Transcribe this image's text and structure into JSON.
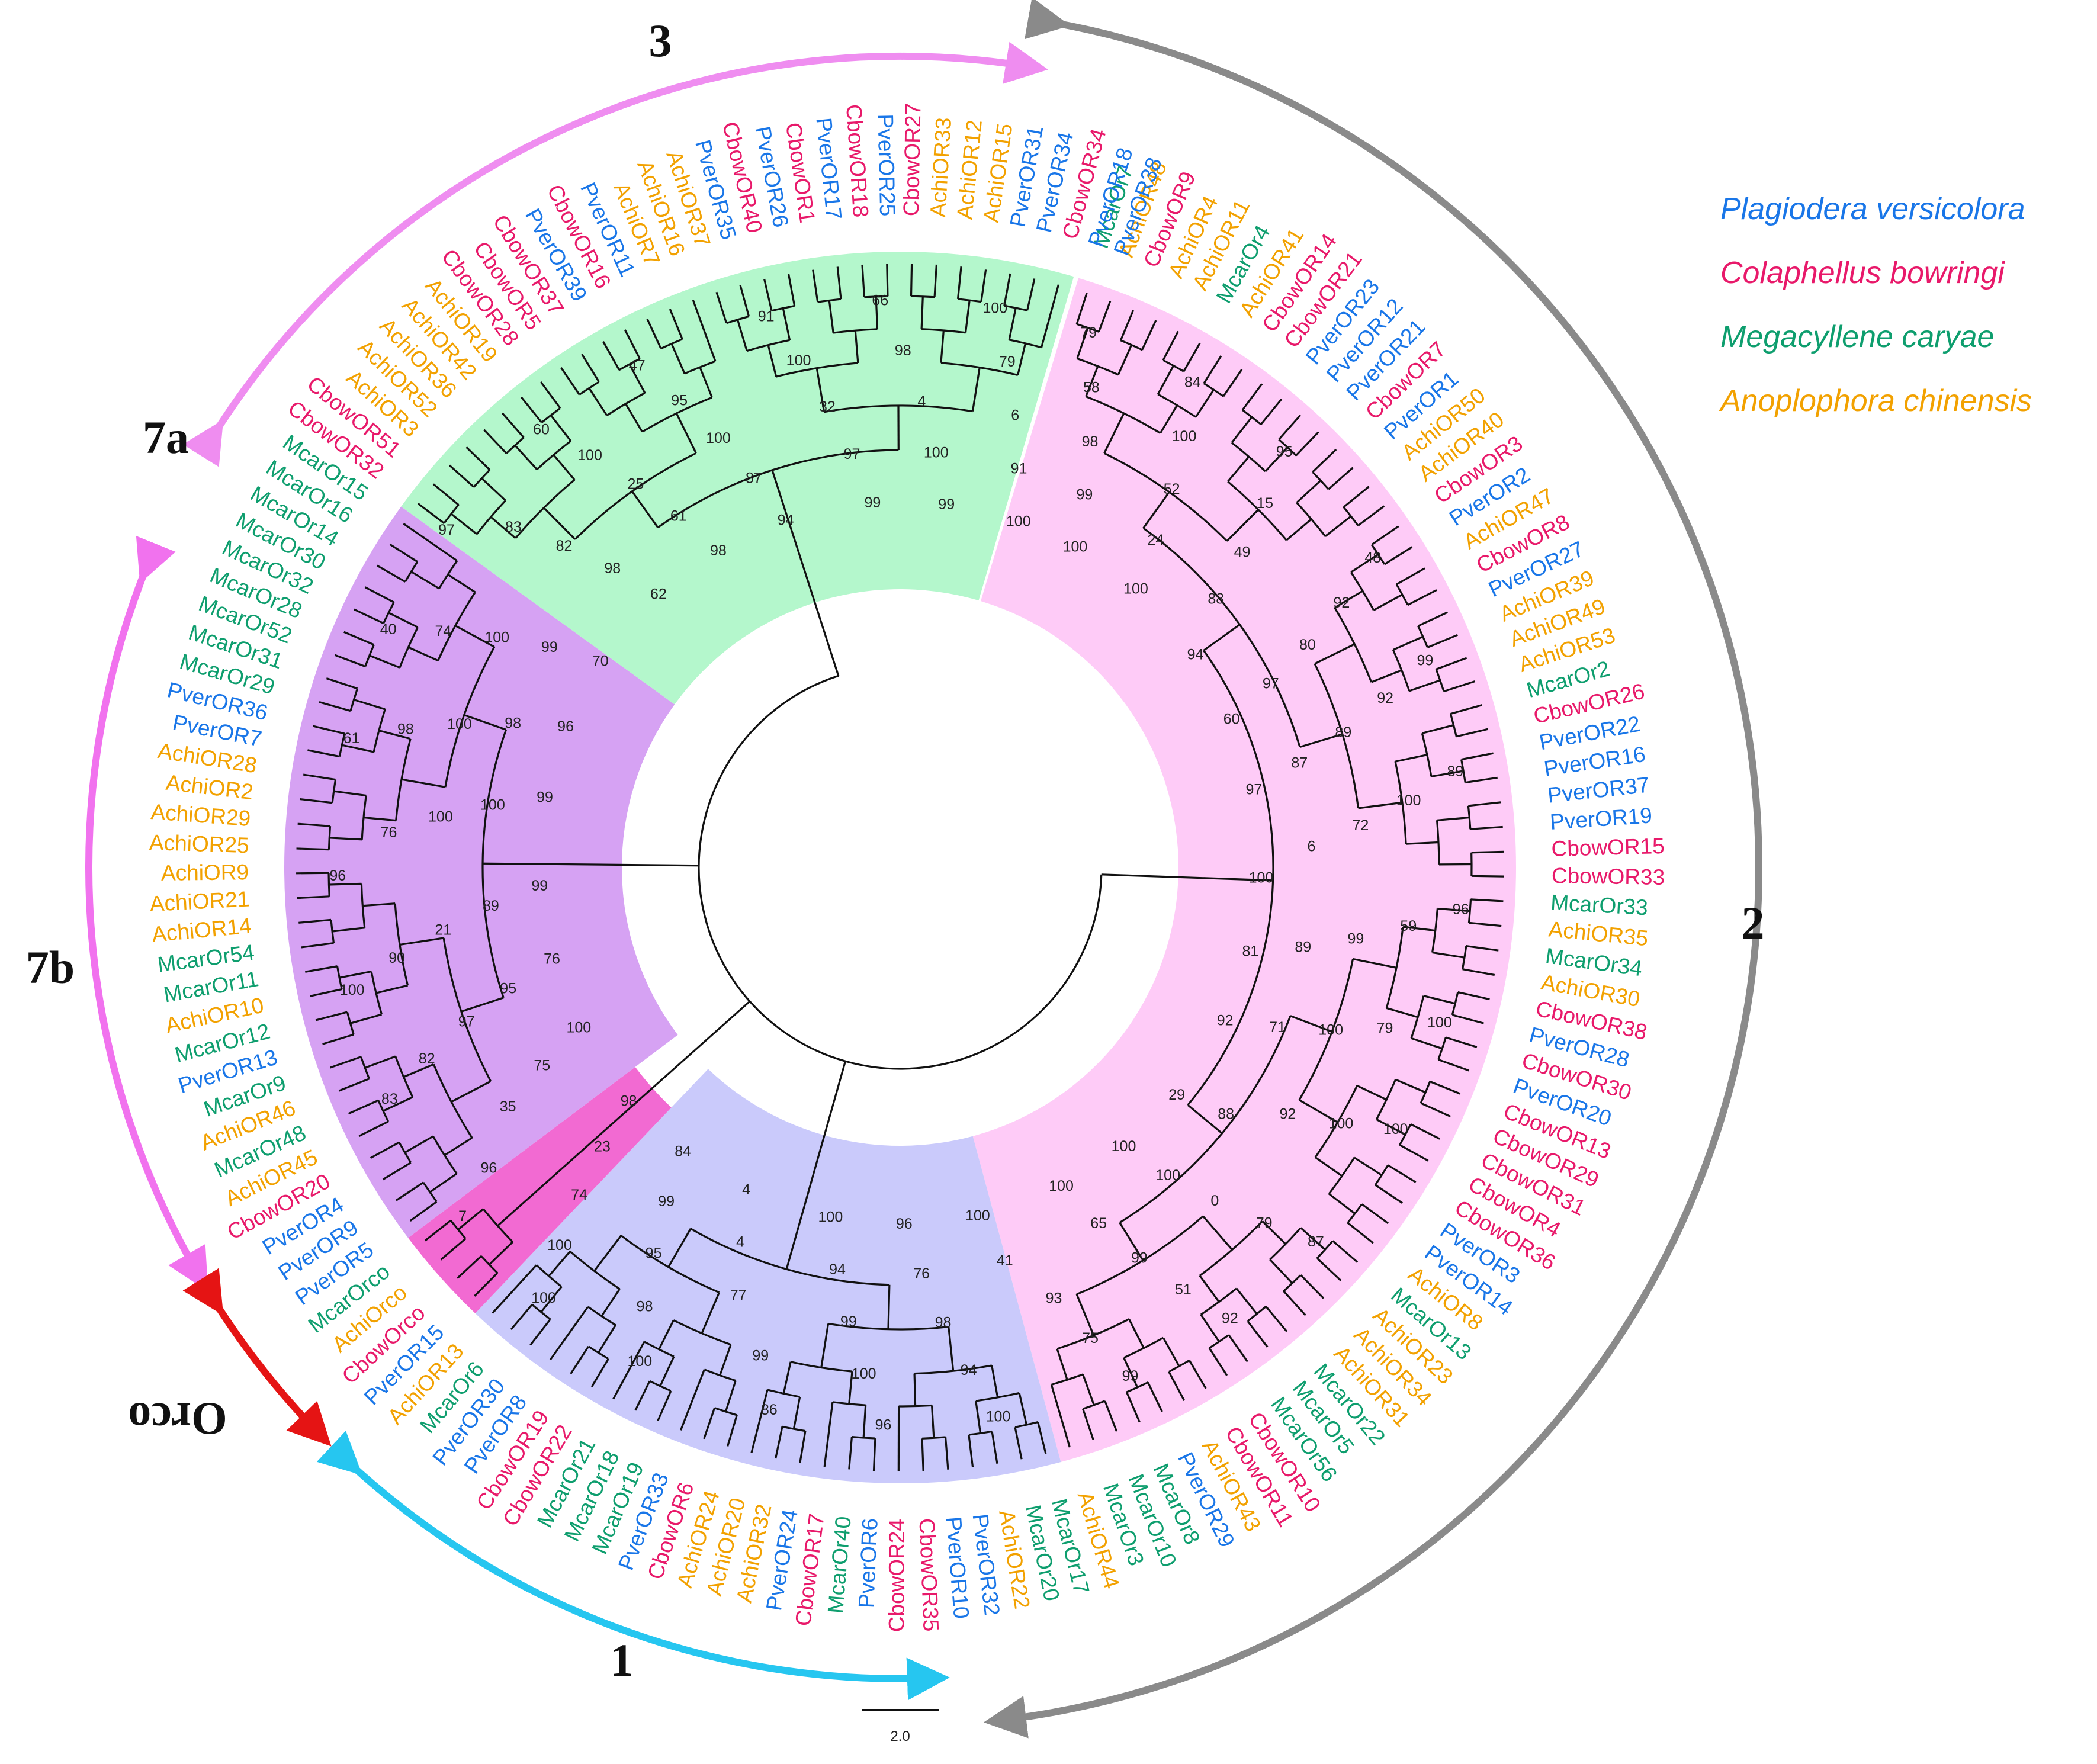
{
  "colors": {
    "species": {
      "Pver": "#1976e8",
      "Cbow": "#e8196a",
      "Mcar": "#0e9e6e",
      "Achi": "#f2a100"
    },
    "clade_fill": {
      "3": "#b4f7cc",
      "2": "#fecbf7",
      "7": "#d6a2f3",
      "orco": "#f26ad2",
      "1": "#cacafb"
    },
    "arcs": {
      "3": "#ef8df0",
      "2": "#8a8a8a",
      "7": "#f172ee",
      "orco": "#e51414",
      "1": "#26c6f0"
    }
  },
  "legend": [
    {
      "name": "Plagiodera versicolora",
      "prefix": "Pver"
    },
    {
      "name": "Colaphellus bowringi",
      "prefix": "Cbow"
    },
    {
      "name": "Megacyllene caryae",
      "prefix": "Mcar"
    },
    {
      "name": "Anoplophora chinensis",
      "prefix": "Achi"
    }
  ],
  "clades": [
    {
      "id": "3",
      "label": "3"
    },
    {
      "id": "2",
      "label": "2"
    },
    {
      "id": "7a",
      "label": "7a"
    },
    {
      "id": "7b",
      "label": "7b"
    },
    {
      "id": "orco",
      "label": "Orco"
    },
    {
      "id": "1",
      "label": "1"
    }
  ],
  "scale_bar": {
    "label": "2.0"
  },
  "tips": [
    "McarOr7",
    "AchiOR48",
    "CbowOR9",
    "AchiOR4",
    "AchiOR11",
    "McarOr4",
    "AchiOR41",
    "CbowOR14",
    "CbowOR21",
    "PverOR23",
    "PverOR12",
    "PverOR21",
    "CbowOR7",
    "PverOR1",
    "AchiOR50",
    "AchiOR40",
    "CbowOR3",
    "PverOR2",
    "AchiOR47",
    "CbowOR8",
    "PverOR27",
    "AchiOR39",
    "AchiOR49",
    "AchiOR53",
    "McarOr2",
    "CbowOR26",
    "PverOR22",
    "PverOR16",
    "PverOR37",
    "PverOR19",
    "CbowOR15",
    "CbowOR33",
    "McarOr33",
    "AchiOR35",
    "McarOr34",
    "AchiOR30",
    "CbowOR38",
    "PverOR28",
    "CbowOR30",
    "PverOR20",
    "CbowOR13",
    "CbowOR29",
    "CbowOR31",
    "CbowOR4",
    "CbowOR36",
    "PverOR3",
    "PverOR14",
    "AchiOR8",
    "McarOr13",
    "AchiOR23",
    "AchiOR34",
    "AchiOR31",
    "McarOr22",
    "McarOr5",
    "McarOr56",
    "CbowOR10",
    "CbowOR11",
    "AchiOR43",
    "PverOR29",
    "McarOr8",
    "McarOr10",
    "McarOr3",
    "AchiOR44",
    "McarOr17",
    "McarOr20",
    "AchiOR22",
    "PverOR32",
    "PverOR10",
    "CbowOR35",
    "CbowOR24",
    "PverOR6",
    "McarOr40",
    "CbowOR17",
    "PverOR24",
    "AchiOR32",
    "AchiOR20",
    "AchiOR24",
    "CbowOR6",
    "PverOR33",
    "McarOr19",
    "McarOr18",
    "McarOr21",
    "CbowOR22",
    "CbowOR19",
    "PverOR8",
    "PverOR30",
    "McarOr6",
    "AchiOR13",
    "PverOR15",
    "CbowOrco",
    "AchiOrco",
    "McarOrco",
    "PverOR5",
    "PverOR9",
    "PverOR4",
    "CbowOR20",
    "AchiOR45",
    "McarOr48",
    "AchiOR46",
    "McarOr9",
    "PverOR13",
    "McarOr12",
    "AchiOR10",
    "McarOr11",
    "McarOr54",
    "AchiOR14",
    "AchiOR21",
    "AchiOR9",
    "AchiOR25",
    "AchiOR29",
    "AchiOR2",
    "AchiOR28",
    "PverOR7",
    "PverOR36",
    "McarOr29",
    "McarOr31",
    "McarOr52",
    "McarOr28",
    "McarOr32",
    "McarOr30",
    "McarOr14",
    "McarOr16",
    "McarOr15",
    "CbowOR32",
    "CbowOR51",
    "AchiOR3",
    "AchiOR52",
    "AchiOR36",
    "AchiOR42",
    "AchiOR19",
    "CbowOR28",
    "CbowOR5",
    "CbowOR37",
    "PverOR39",
    "CbowOR16",
    "PverOR11",
    "AchiOR7",
    "AchiOR16",
    "AchiOR37",
    "PverOR35",
    "CbowOR40",
    "PverOR26",
    "CbowOR1",
    "PverOR17",
    "CbowOR18",
    "PverOR25",
    "CbowOR27",
    "AchiOR33",
    "AchiOR12",
    "AchiOR15",
    "PverOR31",
    "PverOR34",
    "CbowOR34",
    "PverOR18",
    "PverOR38"
  ],
  "support_values": [
    "79",
    "58",
    "98",
    "99",
    "100",
    "84",
    "100",
    "52",
    "24",
    "100",
    "95",
    "15",
    "49",
    "88",
    "94",
    "48",
    "92",
    "80",
    "97",
    "60",
    "99",
    "92",
    "89",
    "87",
    "97",
    "89",
    "100",
    "72",
    "6",
    "100",
    "96",
    "59",
    "99",
    "89",
    "81",
    "100",
    "79",
    "100",
    "71",
    "92",
    "100",
    "100",
    "92",
    "88",
    "29",
    "87",
    "79",
    "0",
    "100",
    "100",
    "92",
    "51",
    "99",
    "65",
    "100",
    "99",
    "75",
    "93",
    "41",
    "100",
    "100",
    "94",
    "98",
    "76",
    "96",
    "96",
    "100",
    "99",
    "94",
    "100",
    "86",
    "99",
    "77",
    "4",
    "4",
    "100",
    "98",
    "95",
    "99",
    "84",
    "100",
    "100",
    "74",
    "23",
    "98",
    "7",
    "96",
    "35",
    "75",
    "100",
    "83",
    "82",
    "97",
    "95",
    "76",
    "100",
    "90",
    "21",
    "89",
    "99",
    "96",
    "76",
    "100",
    "100",
    "99",
    "61",
    "98",
    "100",
    "98",
    "96",
    "40",
    "74",
    "100",
    "99",
    "70",
    "97",
    "83",
    "82",
    "98",
    "62",
    "60",
    "100",
    "25",
    "61",
    "98",
    "47",
    "95",
    "100",
    "87",
    "94",
    "91",
    "100",
    "32",
    "97",
    "99",
    "66",
    "98",
    "4",
    "100",
    "99",
    "100",
    "79",
    "6",
    "91",
    "100"
  ]
}
